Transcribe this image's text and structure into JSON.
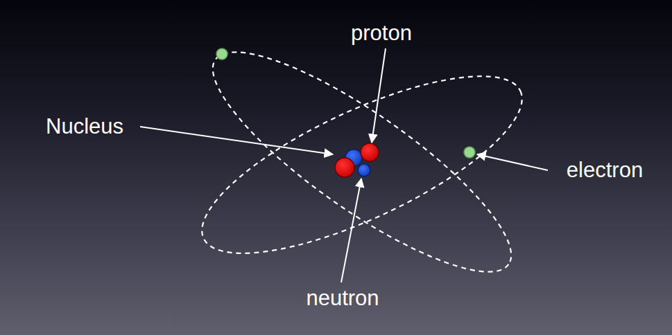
{
  "diagram": {
    "labels": [
      "proton",
      "Nucleus",
      "electron",
      "neutron"
    ]
  }
}
